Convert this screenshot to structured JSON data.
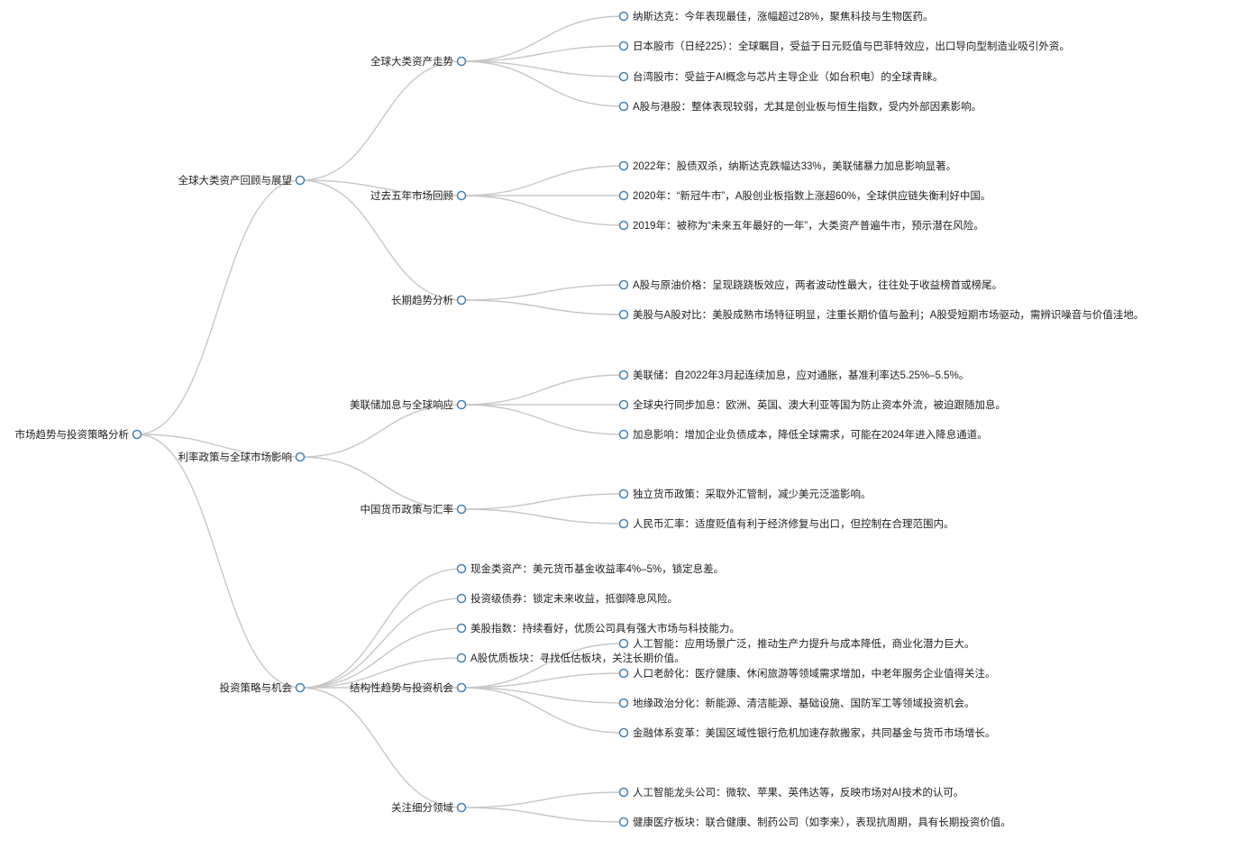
{
  "colors": {
    "link": "#c8c8c8",
    "node_stroke": "#4682b4",
    "node_fill": "#ffffff",
    "text": "#222222"
  },
  "tree": {
    "label": "市场趋势与投资策略分析",
    "children": [
      {
        "label": "全球大类资产回顾与展望",
        "children": [
          {
            "label": "全球大类资产走势",
            "children": [
              {
                "label": "纳斯达克：今年表现最佳，涨幅超过28%，聚焦科技与生物医药。"
              },
              {
                "label": "日本股市（日经225）：全球瞩目，受益于日元贬值与巴菲特效应，出口导向型制造业吸引外资。"
              },
              {
                "label": "台湾股市：受益于AI概念与芯片主导企业（如台积电）的全球青睐。"
              },
              {
                "label": "A股与港股：整体表现较弱，尤其是创业板与恒生指数，受内外部因素影响。"
              }
            ]
          },
          {
            "label": "过去五年市场回顾",
            "children": [
              {
                "label": "2022年：股债双杀，纳斯达克跌幅达33%，美联储暴力加息影响显著。"
              },
              {
                "label": "2020年：“新冠牛市”，A股创业板指数上涨超60%，全球供应链失衡利好中国。"
              },
              {
                "label": "2019年：被称为“未来五年最好的一年”，大类资产普遍牛市，预示潜在风险。"
              }
            ]
          },
          {
            "label": "长期趋势分析",
            "children": [
              {
                "label": "A股与原油价格：呈现跷跷板效应，两者波动性最大，往往处于收益榜首或榜尾。"
              },
              {
                "label": "美股与A股对比：美股成熟市场特征明显，注重长期价值与盈利；A股受短期市场驱动，需辨识噪音与价值洼地。"
              }
            ]
          }
        ]
      },
      {
        "label": "利率政策与全球市场影响",
        "children": [
          {
            "label": "美联储加息与全球响应",
            "children": [
              {
                "label": "美联储：自2022年3月起连续加息，应对通胀，基准利率达5.25%–5.5%。"
              },
              {
                "label": "全球央行同步加息：欧洲、英国、澳大利亚等国为防止资本外流，被迫跟随加息。"
              },
              {
                "label": "加息影响：增加企业负债成本，降低全球需求，可能在2024年进入降息通道。"
              }
            ]
          },
          {
            "label": "中国货币政策与汇率",
            "children": [
              {
                "label": "独立货币政策：采取外汇管制，减少美元泛滥影响。"
              },
              {
                "label": "人民币汇率：适度贬值有利于经济修复与出口，但控制在合理范围内。"
              }
            ]
          }
        ]
      },
      {
        "label": "投资策略与机会",
        "children": [
          {
            "label": "现金类资产：美元货币基金收益率4%–5%，锁定息差。"
          },
          {
            "label": "投资级债券：锁定未来收益，抵御降息风险。"
          },
          {
            "label": "美股指数：持续看好，优质公司具有强大市场与科技能力。"
          },
          {
            "label": "A股优质板块：寻找低估板块，关注长期价值。"
          },
          {
            "label": "结构性趋势与投资机会",
            "children": [
              {
                "label": "人工智能：应用场景广泛，推动生产力提升与成本降低，商业化潜力巨大。"
              },
              {
                "label": "人口老龄化：医疗健康、休闲旅游等领域需求增加，中老年服务企业值得关注。"
              },
              {
                "label": "地缘政治分化：新能源、清洁能源、基础设施、国防军工等领域投资机会。"
              },
              {
                "label": "金融体系变革：美国区域性银行危机加速存款搬家，共同基金与货币市场增长。"
              }
            ]
          },
          {
            "label": "关注细分领域",
            "children": [
              {
                "label": "人工智能龙头公司：微软、苹果、英伟达等，反映市场对AI技术的认可。"
              },
              {
                "label": "健康医疗板块：联合健康、制药公司（如李来），表现抗周期，具有长期投资价值。"
              }
            ]
          }
        ]
      }
    ]
  }
}
